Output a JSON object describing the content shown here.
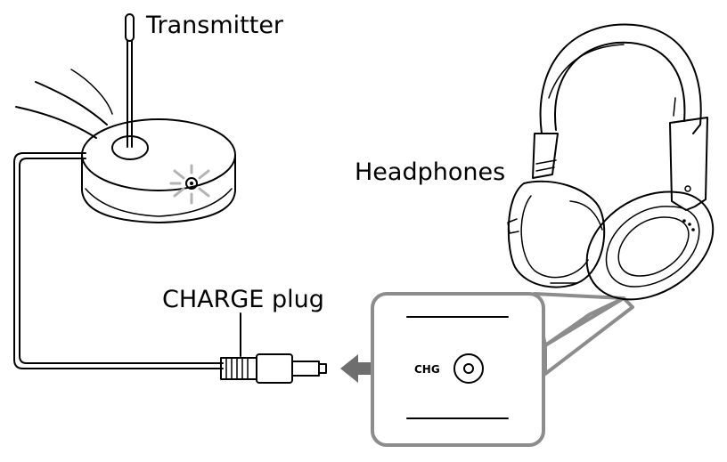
{
  "labels": {
    "transmitter": "Transmitter",
    "headphones": "Headphones",
    "charge_plug": "CHARGE plug",
    "chg": "CHG"
  },
  "colors": {
    "line": "#000000",
    "callout_border": "#8c8c8c",
    "arrow": "#6e6e6e",
    "indicator": "#b3b3b3",
    "background": "#ffffff"
  }
}
